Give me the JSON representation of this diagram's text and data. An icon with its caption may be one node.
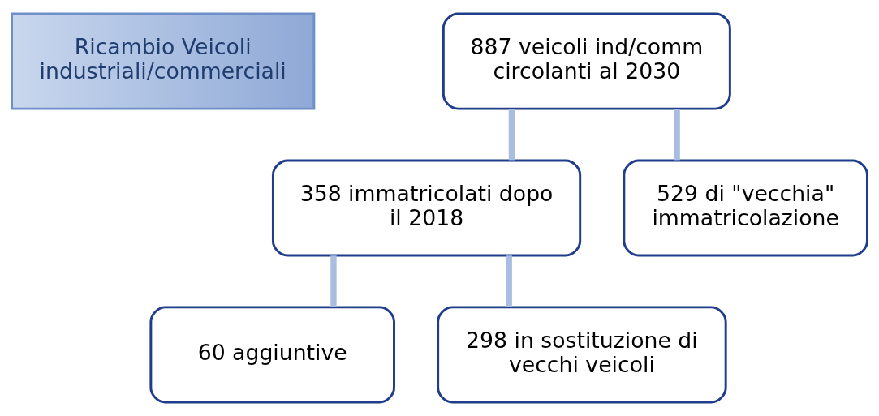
{
  "diagram": {
    "nodes": [
      {
        "text": [
          "Ricambio Veicoli industriali/commerciali"
        ]
      },
      {
        "text": [
          "887 veicoli ind/comm circolanti al 2030"
        ]
      },
      {
        "text": [
          "358 immatricolati dopo il 2018"
        ]
      },
      {
        "text": [
          "529 di \"vecchia\" immatricolazione"
        ]
      },
      {
        "text": [
          "60 aggiuntive"
        ]
      },
      {
        "text": [
          "298 in sostituzione di vecchi veicoli"
        ]
      }
    ],
    "edges": [
      {
        "from": 1,
        "to": 2,
        "arrow": "none"
      },
      {
        "from": 1,
        "to": 3,
        "arrow": "none"
      },
      {
        "from": 2,
        "to": 4,
        "arrow": "none"
      },
      {
        "from": 2,
        "to": 5,
        "arrow": "none"
      }
    ]
  }
}
